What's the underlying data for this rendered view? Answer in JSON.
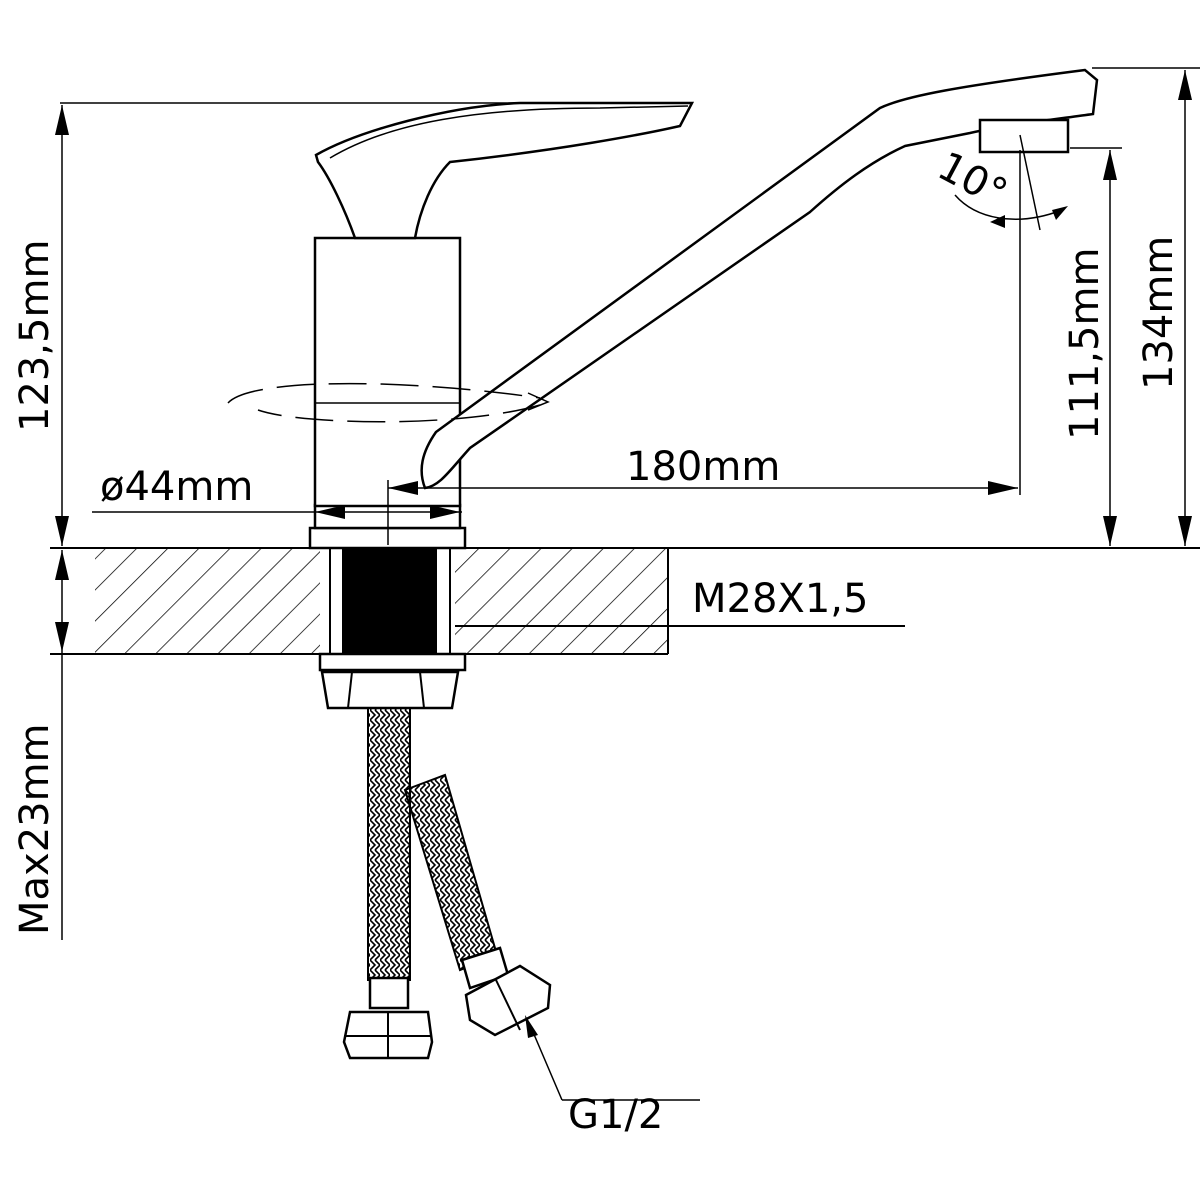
{
  "labels": {
    "height_handle": "123,5mm",
    "height_spout": "111,5mm",
    "height_total": "134mm",
    "spout_reach": "180mm",
    "base_diameter": "ø44mm",
    "thread": "M28X1,5",
    "max_counter": "Max23mm",
    "connection": "G1/2",
    "angle": "10°"
  },
  "colors": {
    "line": "#000000",
    "background": "#ffffff"
  }
}
